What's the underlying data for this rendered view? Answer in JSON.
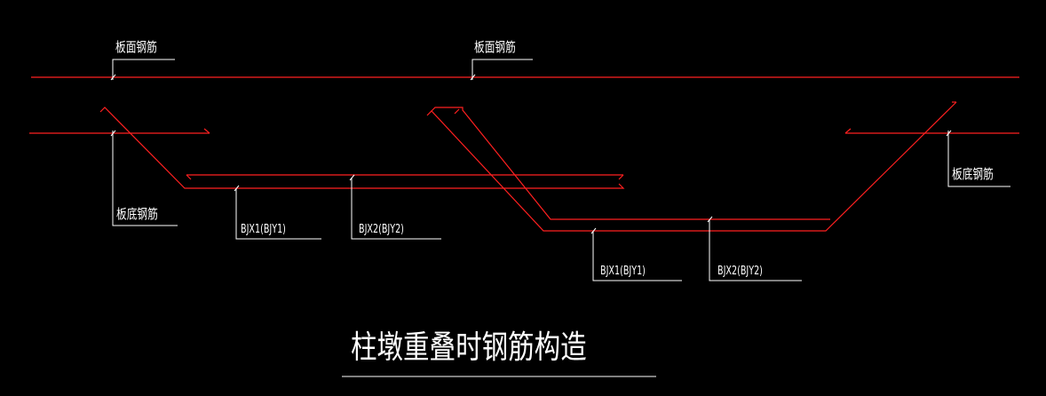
{
  "colors": {
    "background": "#000000",
    "rebar_line": "#ff2020",
    "leader_line": "#ffffff",
    "text": "#ffffff"
  },
  "labels": {
    "slab_top_left": "板面钢筋",
    "slab_top_mid": "板面钢筋",
    "slab_bottom_left": "板底钢筋",
    "slab_bottom_right": "板底钢筋",
    "bjx1_left": "BJX1(BJY1)",
    "bjx2_left": "BJX2(BJY2)",
    "bjx1_right": "BJX1(BJY1)",
    "bjx2_right": "BJX2(BJY2)"
  },
  "title": "柱墩重叠时钢筋构造"
}
